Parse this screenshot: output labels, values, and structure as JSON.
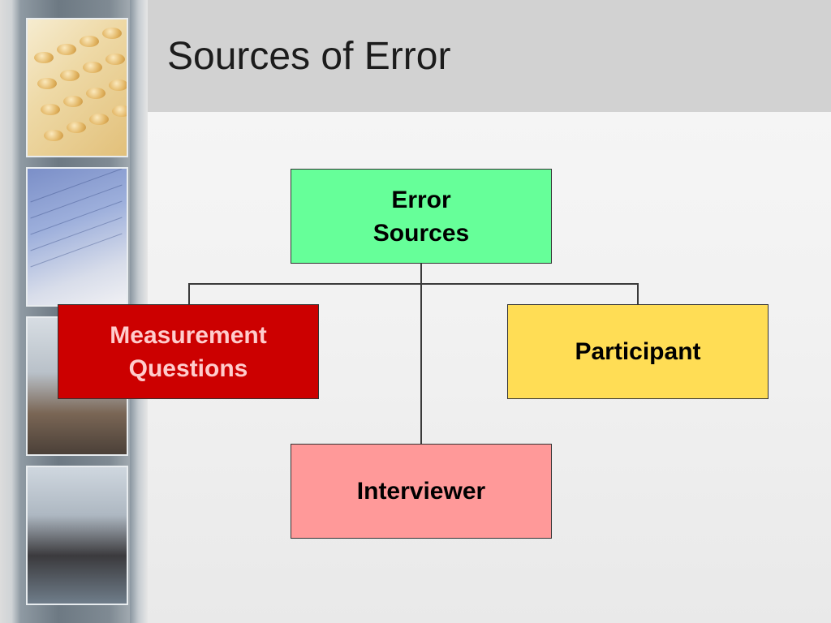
{
  "slide": {
    "title": "Sources of Error"
  },
  "decor": {
    "photos": [
      "calculator-keypad-photo",
      "printed-data-sheet-photo",
      "meeting-photo",
      "woman-at-laptop-photo"
    ]
  },
  "diagram": {
    "root": {
      "label": "Error\nSources",
      "color": "#66ff99"
    },
    "children": [
      {
        "id": "measurement",
        "label": "Measurement\nQuestions",
        "color": "#cc0000",
        "text_color": "#ffcccc"
      },
      {
        "id": "participant",
        "label": "Participant",
        "color": "#ffdd55",
        "text_color": "#000000"
      },
      {
        "id": "interviewer",
        "label": "Interviewer",
        "color": "#ff9999",
        "text_color": "#000000"
      }
    ]
  }
}
